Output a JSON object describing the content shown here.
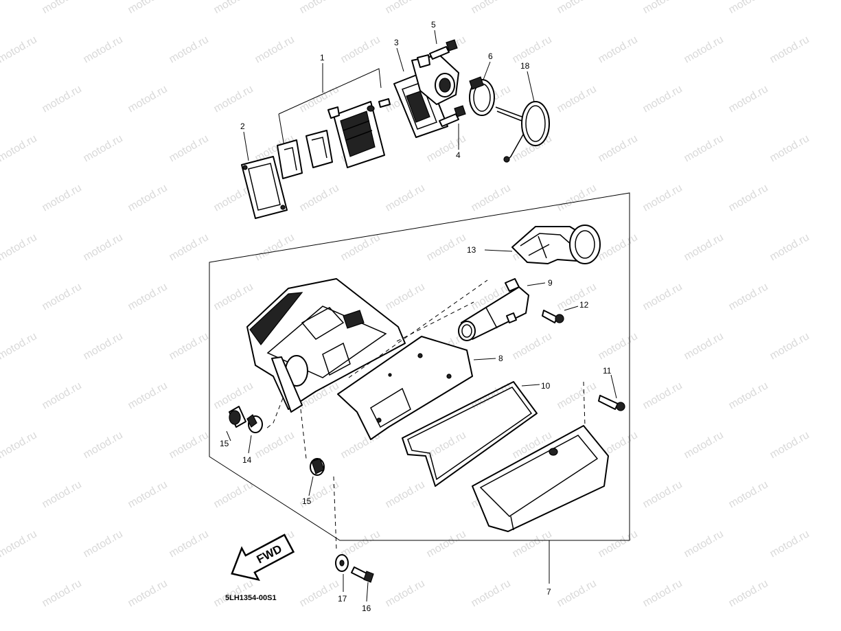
{
  "watermark": "motod.ru",
  "diagram_code": "5LH1354-00S1",
  "direction_arrow": "FWD",
  "callouts": [
    {
      "id": "c1",
      "label": "1"
    },
    {
      "id": "c2",
      "label": "2"
    },
    {
      "id": "c3",
      "label": "3"
    },
    {
      "id": "c4",
      "label": "4"
    },
    {
      "id": "c5",
      "label": "5"
    },
    {
      "id": "c6",
      "label": "6"
    },
    {
      "id": "c7",
      "label": "7"
    },
    {
      "id": "c8",
      "label": "8"
    },
    {
      "id": "c9",
      "label": "9"
    },
    {
      "id": "c10",
      "label": "10"
    },
    {
      "id": "c11",
      "label": "11"
    },
    {
      "id": "c12",
      "label": "12"
    },
    {
      "id": "c13",
      "label": "13"
    },
    {
      "id": "c14",
      "label": "14"
    },
    {
      "id": "c15a",
      "label": "15"
    },
    {
      "id": "c15b",
      "label": "15"
    },
    {
      "id": "c16",
      "label": "16"
    },
    {
      "id": "c17",
      "label": "17"
    },
    {
      "id": "c18",
      "label": "18"
    }
  ]
}
